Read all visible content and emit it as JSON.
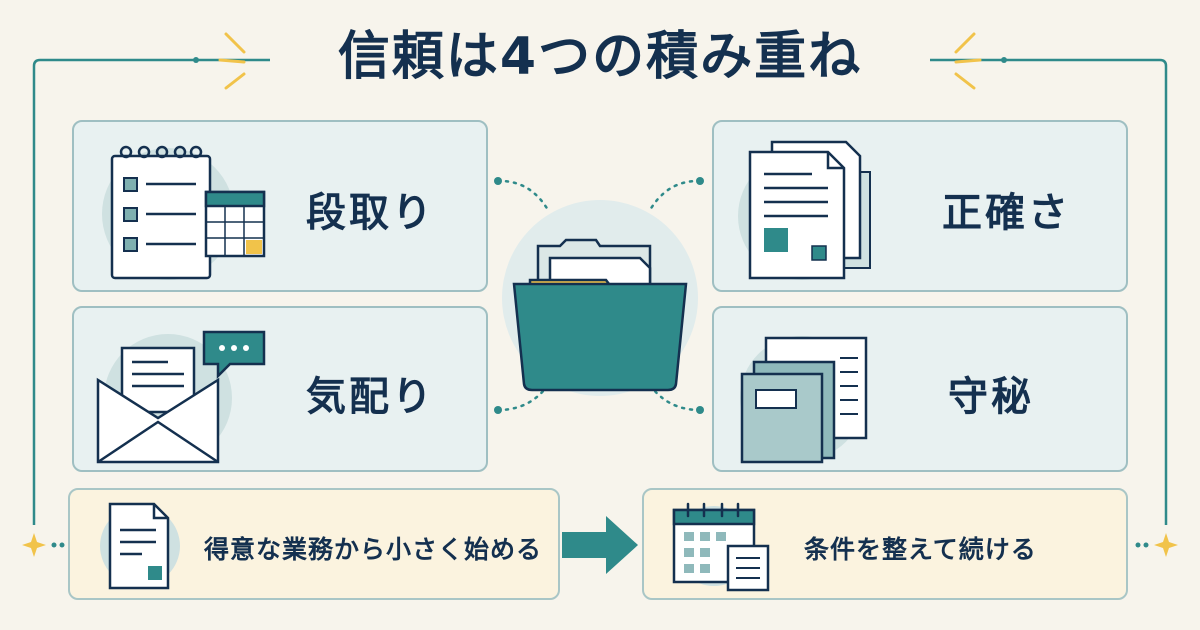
{
  "title": "信頼は4つの積み重ね",
  "pillars": [
    {
      "label": "段取り"
    },
    {
      "label": "正確さ"
    },
    {
      "label": "気配り"
    },
    {
      "label": "守秘"
    }
  ],
  "steps": [
    {
      "label": "得意な業務から小さく始める"
    },
    {
      "label": "条件を整えて続ける"
    }
  ],
  "colors": {
    "navy": "#14304f",
    "teal": "#2f8a8a",
    "card_border": "#9fbfc2",
    "card_bg": "#e8f1f1",
    "warm_bg": "#fbf3df",
    "accent_yellow": "#f1c34a",
    "background": "#f7f4ec"
  },
  "icons": [
    "calendar-checklist-icon",
    "documents-icon",
    "envelope-chat-icon",
    "folders-icon",
    "file-box-icon",
    "document-icon",
    "calendar-document-icon",
    "arrow-right-icon",
    "sparkle-icon"
  ]
}
